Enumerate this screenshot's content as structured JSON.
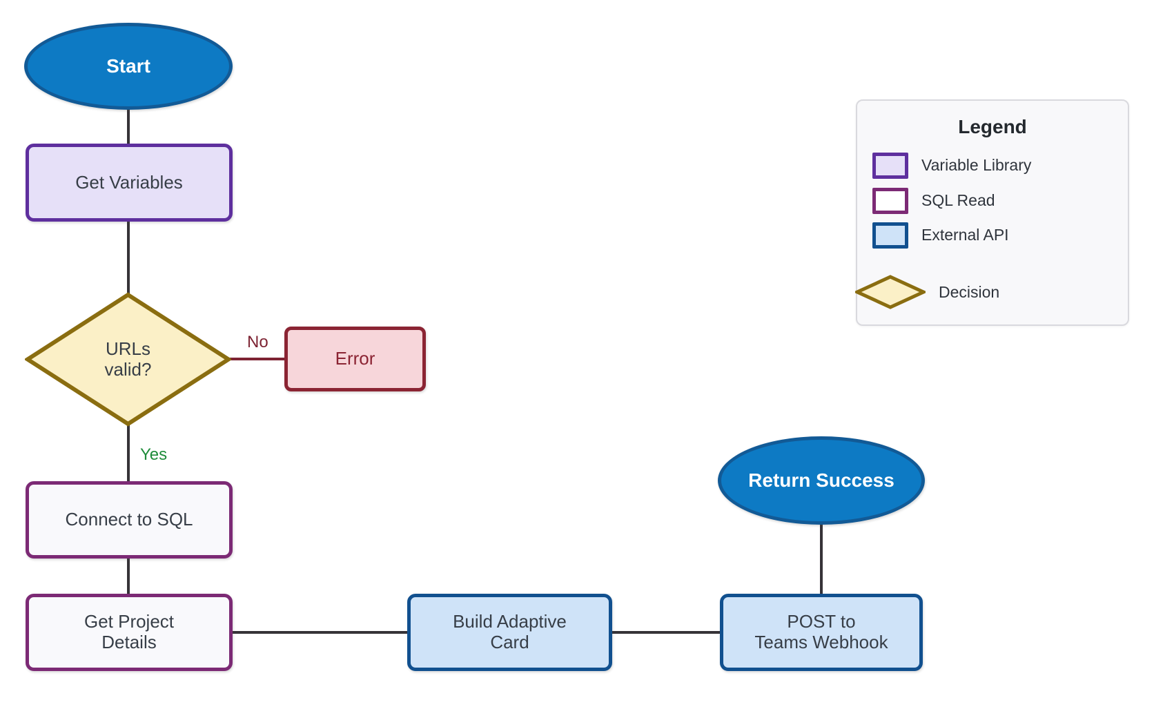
{
  "colors": {
    "blue_fill": "#0d7ac4",
    "blue_stroke": "#125a96",
    "variable_fill": "#e6e0f8",
    "variable_stroke": "#5e2f9e",
    "sql_fill": "#f9f9fc",
    "sql_stroke": "#7c2a75",
    "api_fill": "#cfe3f8",
    "api_stroke": "#11508f",
    "decision_fill": "#fbf0c7",
    "decision_stroke": "#8a6d10",
    "error_fill": "#f7d6da",
    "error_stroke": "#8b2433",
    "edge": "#363338",
    "yes_label": "#1e8c3a",
    "no_label": "#7d2333",
    "node_text": "#373e47",
    "ellipse_text": "#ffffff",
    "legend_bg": "#f8f8fa",
    "legend_border": "#d9d9de",
    "legend_text": "#2f343c"
  },
  "diagram": {
    "nodes": {
      "start": {
        "label": "Start"
      },
      "get_variables": {
        "label": "Get Variables"
      },
      "urls_valid": {
        "line1": "URLs",
        "line2": "valid?"
      },
      "error": {
        "label": "Error"
      },
      "connect_sql": {
        "label": "Connect to SQL"
      },
      "get_project_details": {
        "line1": "Get Project",
        "line2": "Details"
      },
      "build_adaptive_card": {
        "line1": "Build Adaptive",
        "line2": "Card"
      },
      "post_teams_webhook": {
        "line1": "POST to",
        "line2": "Teams Webhook"
      },
      "return_success": {
        "label": "Return Success"
      }
    },
    "edge_labels": {
      "no": "No",
      "yes": "Yes"
    }
  },
  "legend": {
    "title": "Legend",
    "items": [
      {
        "label": "Variable Library"
      },
      {
        "label": "SQL Read"
      },
      {
        "label": "External API"
      },
      {
        "label": "Decision"
      }
    ]
  }
}
